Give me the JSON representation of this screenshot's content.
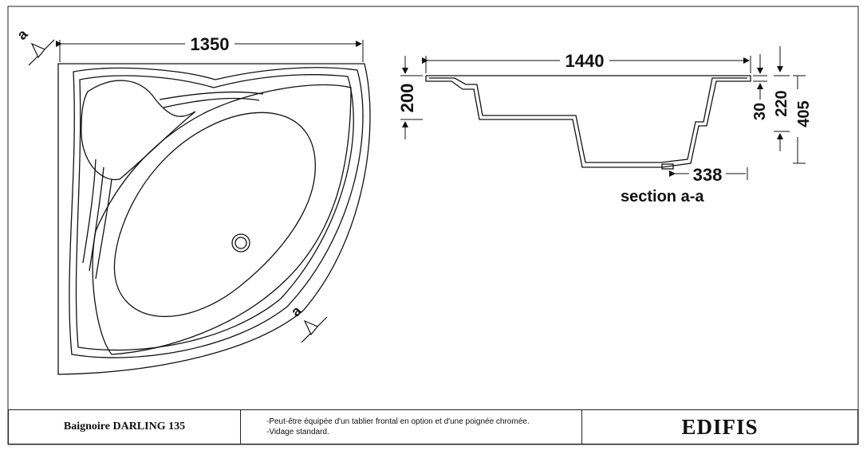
{
  "plan": {
    "width_dim": "1350",
    "section_marker_label": "a"
  },
  "section": {
    "length_dim": "1440",
    "rim_height_dim": "200",
    "rim_dim": "30",
    "inner_depth_dim": "220",
    "total_height_dim": "405",
    "drain_offset_dim": "338",
    "caption": "section a-a"
  },
  "title_block": {
    "product_name": "Baignoire DARLING 135",
    "note_1": "-Peut-être équipée d'un tablier frontal en option et d'une poignée chromée.",
    "note_2": "-Vidage standard.",
    "brand": "EDIFIS"
  },
  "colors": {
    "line": "#111111",
    "frame": "#222222"
  }
}
